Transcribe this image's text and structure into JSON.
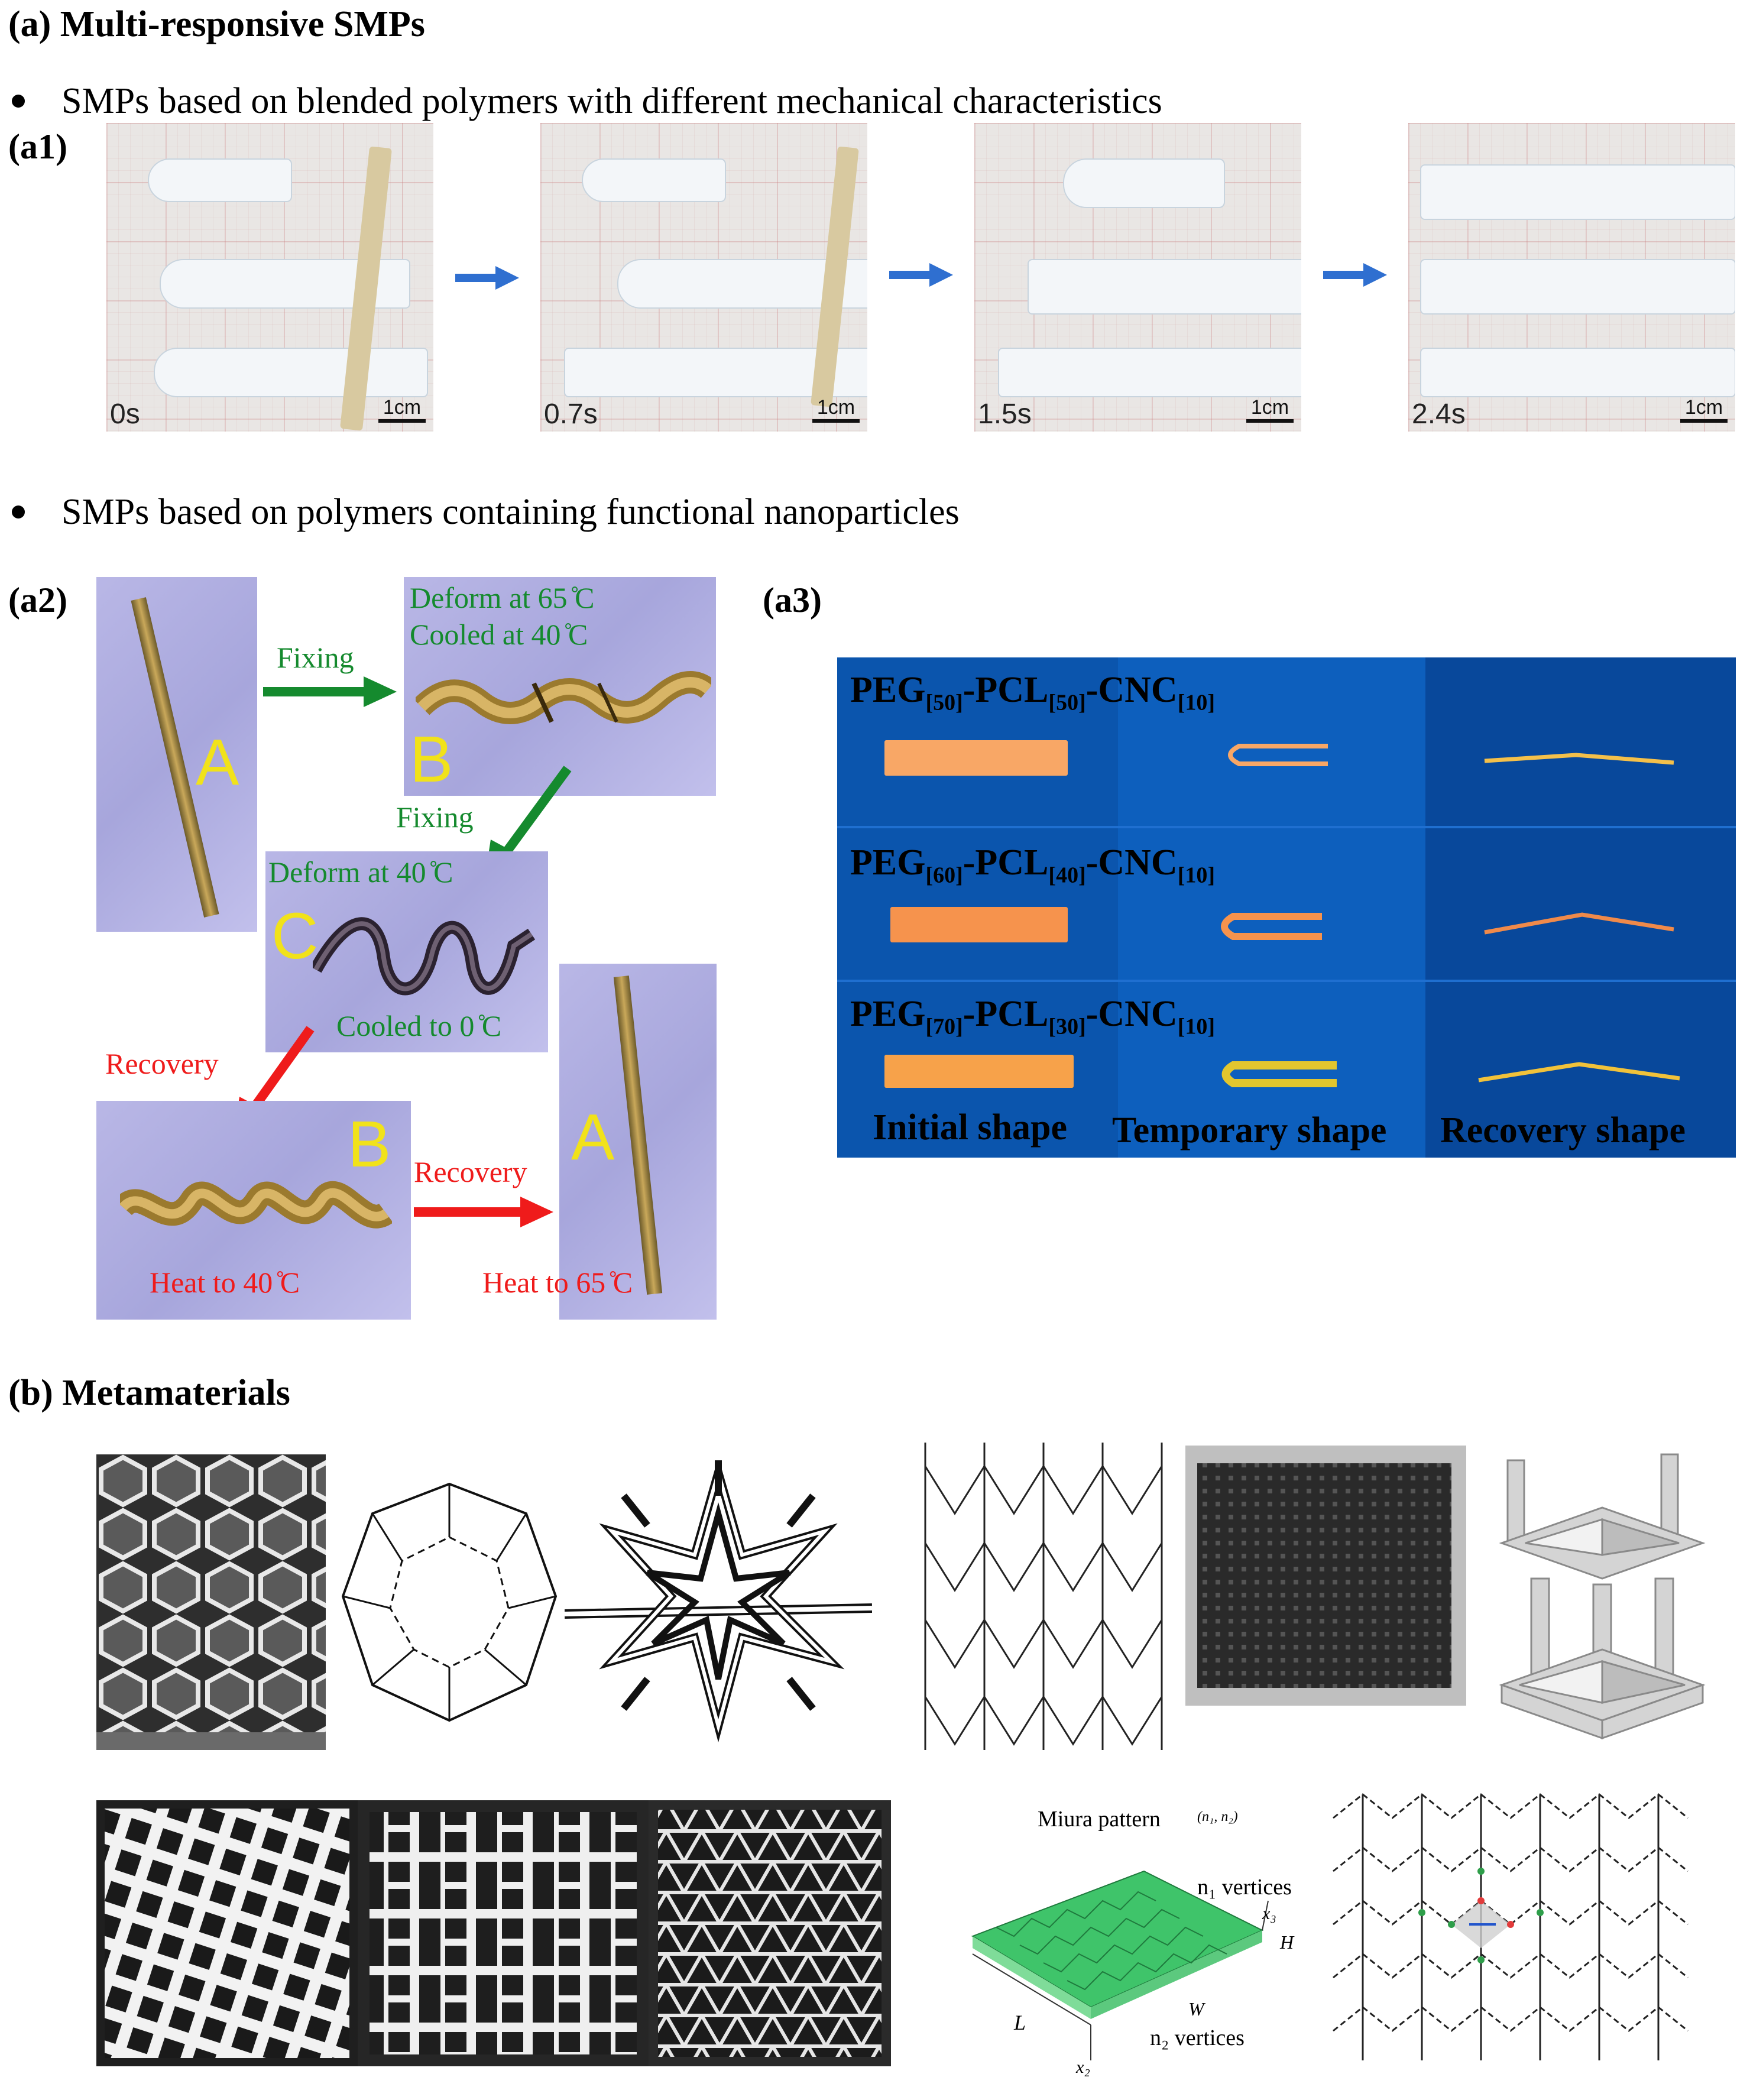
{
  "section_a": {
    "heading": "(a) Multi-responsive SMPs",
    "bullet1": "SMPs based on blended polymers with different mechanical characteristics",
    "bullet2": "SMPs based on polymers containing functional nanoparticles"
  },
  "a1": {
    "label": "(a1)",
    "frames": [
      {
        "time": "0s",
        "scale": "1cm"
      },
      {
        "time": "0.7s",
        "scale": "1cm"
      },
      {
        "time": "1.5s",
        "scale": "1cm"
      },
      {
        "time": "2.4s",
        "scale": "1cm"
      }
    ]
  },
  "a2": {
    "label": "(a2)",
    "fixing1": "Fixing",
    "fixing2": "Fixing",
    "deform65": "Deform at 65 ̊C",
    "cooled40": "Cooled at 40 ̊C",
    "deform40": "Deform at 40 ̊C",
    "cooled0": "Cooled to 0 ̊C",
    "recovery1": "Recovery",
    "recovery2": "Recovery",
    "heat40": "Heat to 40 ̊C",
    "heat65": "Heat to 65 ̊C",
    "letterA1": "A",
    "letterB1": "B",
    "letterC": "C",
    "letterB2": "B",
    "letterA2": "A"
  },
  "a3": {
    "label": "(a3)",
    "rows": [
      {
        "peg": "PEG",
        "peg_sub": "[50]",
        "pcl": "-PCL",
        "pcl_sub": "[50]",
        "cnc": "-CNC",
        "cnc_sub": "[10]"
      },
      {
        "peg": "PEG",
        "peg_sub": "[60]",
        "pcl": "-PCL",
        "pcl_sub": "[40]",
        "cnc": "-CNC",
        "cnc_sub": "[10]"
      },
      {
        "peg": "PEG",
        "peg_sub": "[70]",
        "pcl": "-PCL",
        "pcl_sub": "[30]",
        "cnc": "-CNC",
        "cnc_sub": "[10]"
      }
    ],
    "col_initial": "Initial shape",
    "col_temporary": "Temporary shape",
    "col_recovery": "Recovery shape"
  },
  "section_b": {
    "heading": "(b) Metamaterials",
    "miura_title": "Miura pattern",
    "miura_n": "(n₁, n₂)",
    "n1_vertices": "n₁ vertices",
    "n2_vertices": "n₂ vertices",
    "label_L": "L",
    "label_W": "W",
    "label_H": "H",
    "label_x2": "x₂",
    "label_x3": "x₃"
  },
  "colors": {
    "arrow_blue": "#2f6fd0",
    "green": "#158a2e",
    "red": "#ef1b1b",
    "yellow_letter": "#f1e21a",
    "a3_blue": "#0a4fa6",
    "miura_green": "#3fc46a"
  }
}
